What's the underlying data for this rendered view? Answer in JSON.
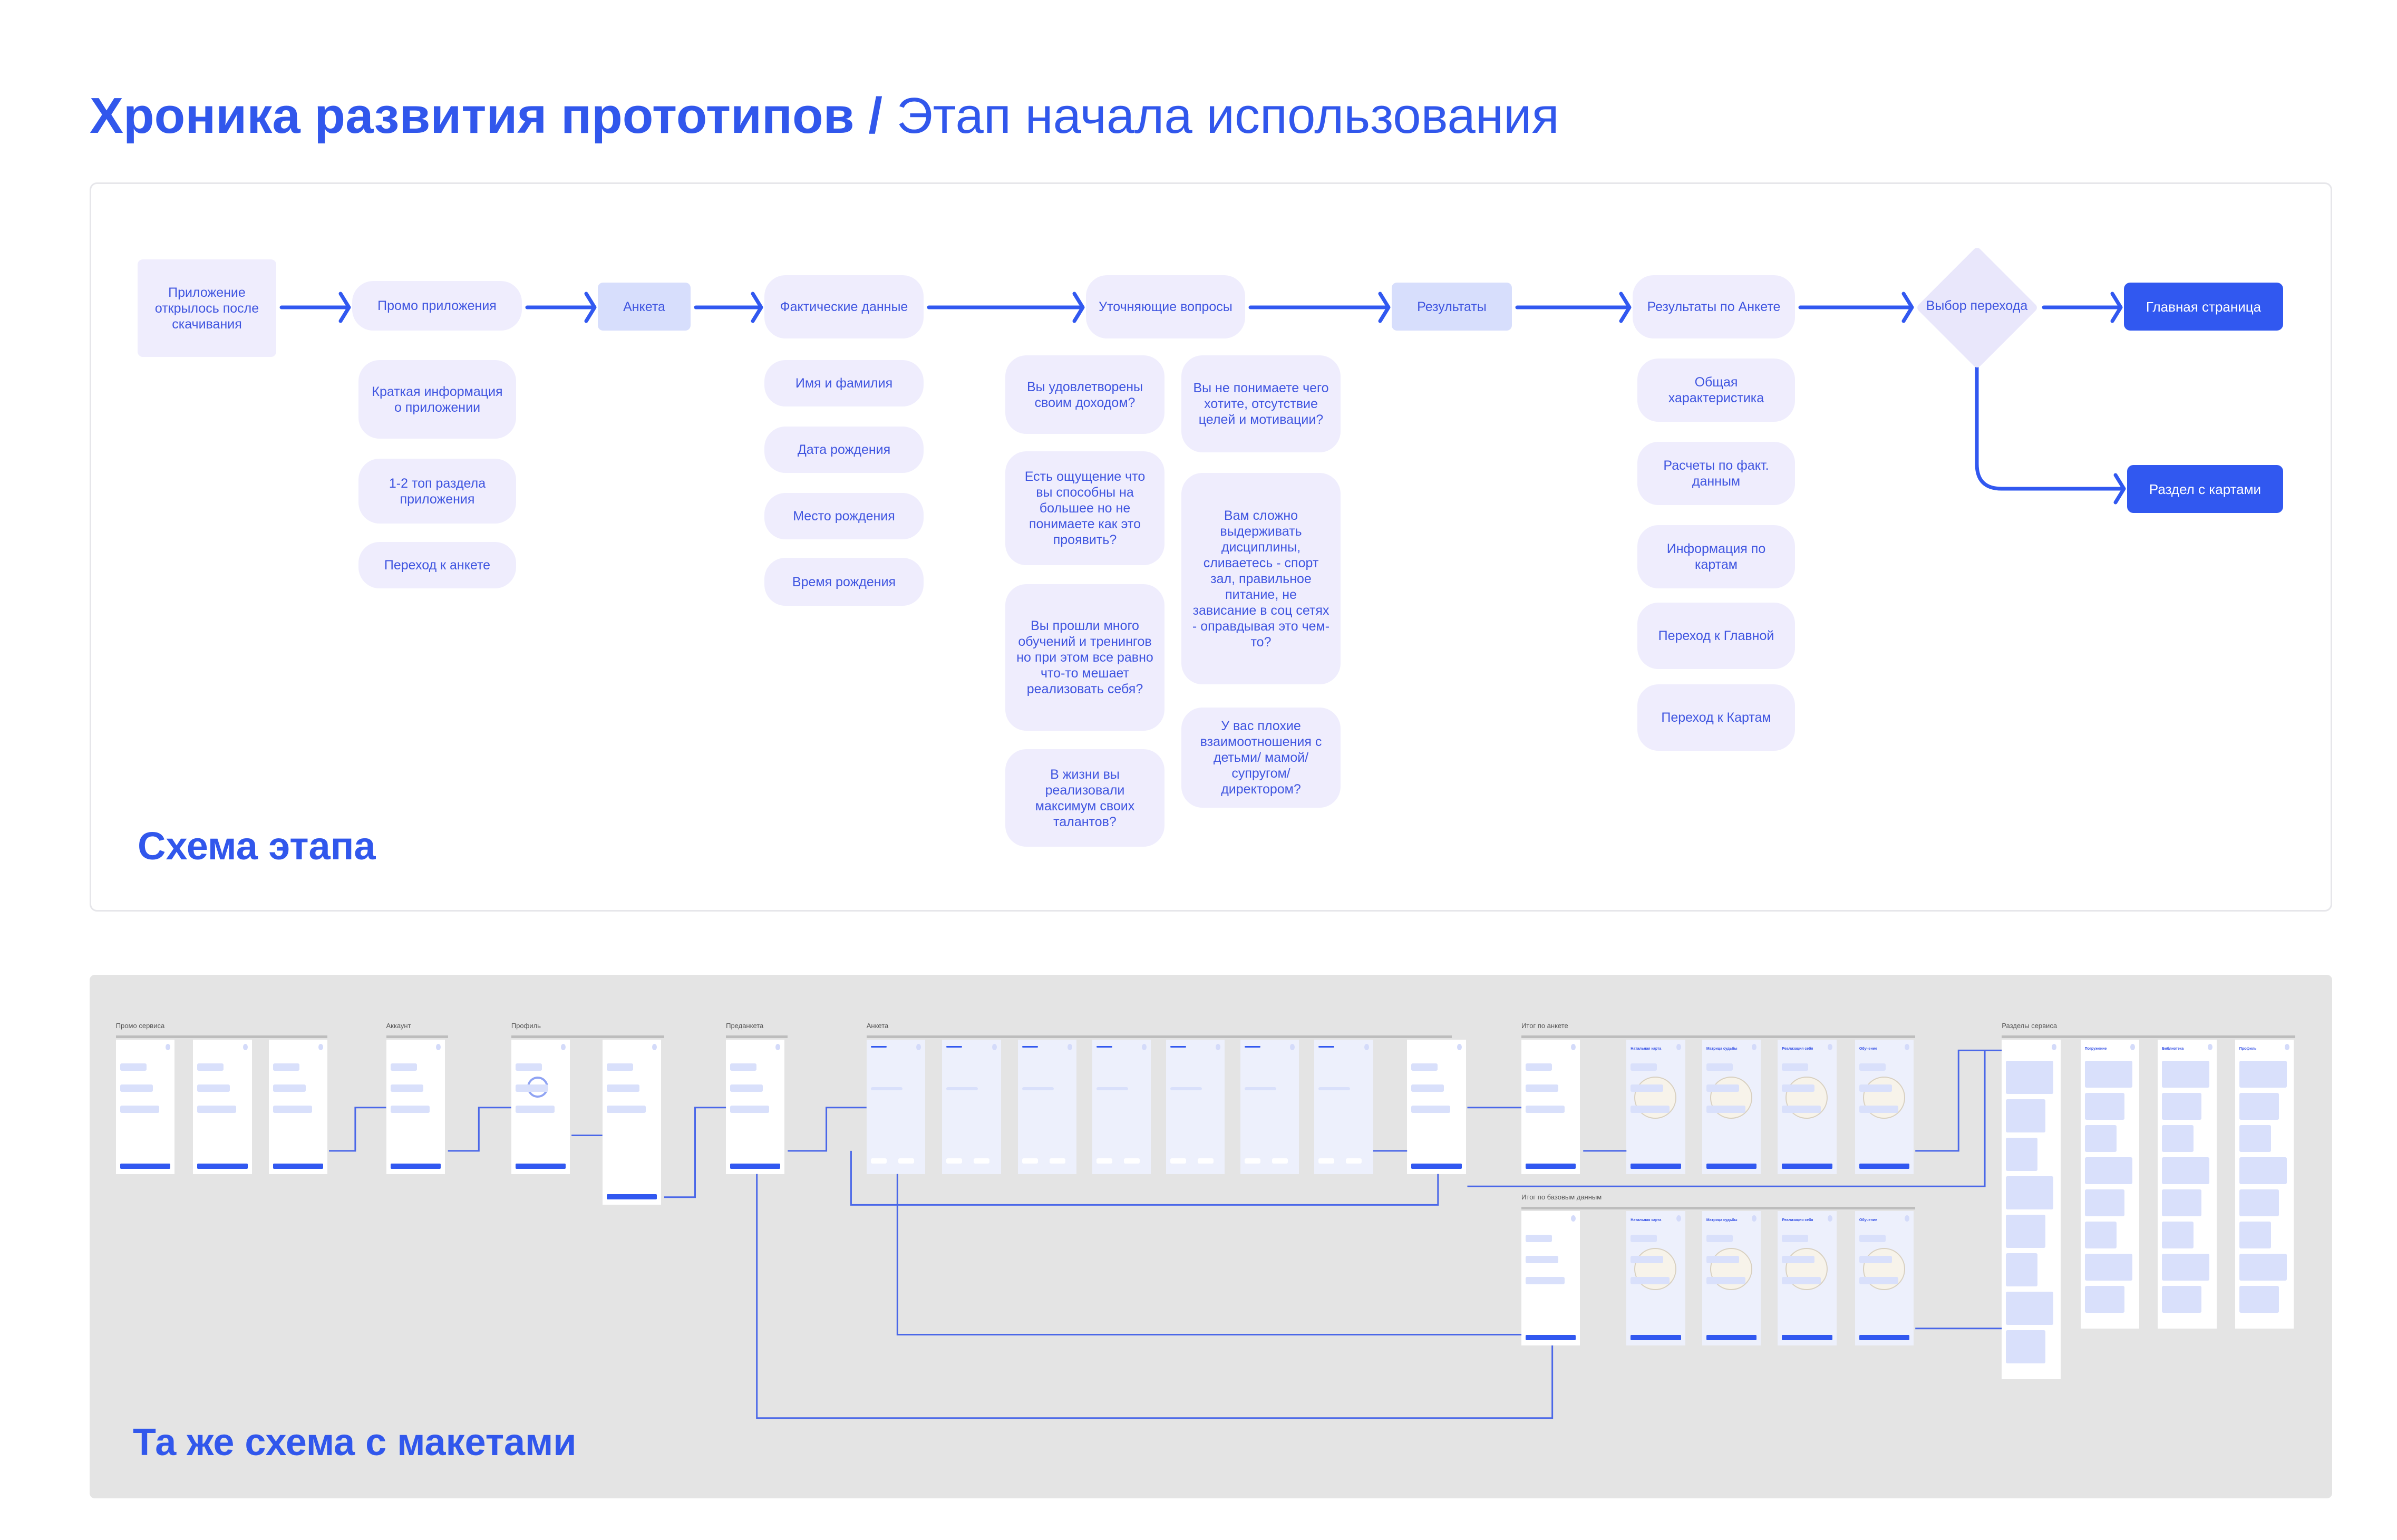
{
  "title": {
    "bold": "Хроника развития прототипов /",
    "light": "Этап начала использования"
  },
  "scheme": {
    "label": "Схема этапа",
    "start": "Приложение открылось после скачивания",
    "promo": {
      "title": "Промо приложения",
      "items": [
        "Краткая информация о приложении",
        "1-2 топ раздела приложения",
        "Переход к анкете"
      ]
    },
    "anketa": "Анкета",
    "facts": {
      "title": "Фактические данные",
      "items": [
        "Имя и фамилия",
        "Дата рождения",
        "Место рождения",
        "Время рождения"
      ]
    },
    "questions": {
      "title": "Уточняющие вопросы",
      "col1": [
        "Вы удовлетворены своим доходом?",
        "Есть ощущение что вы способны на большее но не понимаете как это проявить?",
        "Вы прошли много обучений и тренингов но при этом все равно что-то мешает реализовать себя?",
        "В жизни вы реализовали максимум своих талантов?"
      ],
      "col2": [
        "Вы не понимаете чего хотите, отсутствие целей и мотивации?",
        "Вам сложно выдерживать дисциплины, сливаетесь - спорт зал, правильное питание, не зависание в соц сетях - оправдывая это чем-то?",
        "У вас плохие взаимоотношения с детьми/ мамой/супругом/ директором?"
      ]
    },
    "results": "Результаты",
    "results_by_anketa": {
      "title": "Результаты по Анкете",
      "items": [
        "Общая характеристика",
        "Расчеты по факт. данным",
        "Информация по картам",
        "Переход к Главной",
        "Переход к Картам"
      ]
    },
    "choice": "Выбор перехода",
    "main_page": "Главная страница",
    "cards_section": "Раздел с картами"
  },
  "mockups": {
    "label": "Та же схема с макетами",
    "groups": [
      "Промо сервиса",
      "Аккаунт",
      "Профиль",
      "Преданкета",
      "Анкета",
      "Итог по анкете",
      "Итог по базовым данным",
      "Разделы сервиса"
    ],
    "result_cards": [
      "Натальная карта",
      "Матрица судьбы",
      "Реализация себя",
      "Обучение"
    ],
    "section_cards": [
      "Погружение",
      "Библиотека",
      "Профиль"
    ]
  }
}
